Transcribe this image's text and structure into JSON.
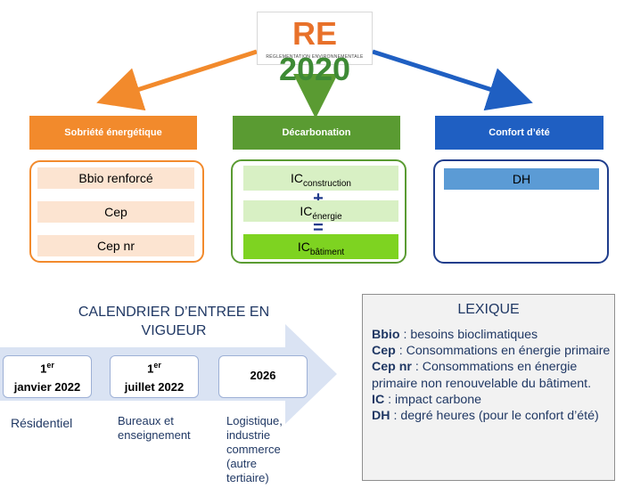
{
  "logo": {
    "re": "RE",
    "year": "2020",
    "subtitle": "RÉGLEMENTATION ENVIRONNEMENTALE"
  },
  "categories": [
    {
      "title": "Sobriété énergétique",
      "color": "#f28a2c",
      "items": [
        "Bbio renforcé",
        "Cep",
        "Cep nr"
      ]
    },
    {
      "title": "Décarbonation",
      "color": "#5a9b32"
    },
    {
      "title": "Confort d’été",
      "color": "#1f5fc2",
      "items": [
        "DH"
      ]
    }
  ],
  "decarbonation": {
    "ic1_base": "IC",
    "ic1_sub": "construction",
    "plus": "+",
    "ic2_base": "IC",
    "ic2_sub": "énergie",
    "equals": "=",
    "ic3_base": "IC",
    "ic3_sub": "bâtiment"
  },
  "calendar": {
    "title_line1": "CALENDRIER D’ENTREE EN",
    "title_line2": "VIGUEUR",
    "dates": [
      {
        "sup_num": "1",
        "sup_suffix": "er",
        "date": "janvier 2022",
        "label": "Résidentiel"
      },
      {
        "sup_num": "1",
        "sup_suffix": "er",
        "date": "juillet 2022",
        "label": "Bureaux et enseignement"
      },
      {
        "date": "2026",
        "label": "Logistique, industrie commerce (autre tertiaire)"
      }
    ]
  },
  "lexique": {
    "title": "LEXIQUE",
    "entries": [
      {
        "term": "Bbio",
        "def": " : besoins bioclimatiques"
      },
      {
        "term": "Cep",
        "def": " : Consommations en énergie primaire"
      },
      {
        "term": "Cep nr",
        "def": " : Consommations en énergie primaire non renouvelable du bâtiment."
      },
      {
        "term": "IC",
        "def": " : impact carbone"
      },
      {
        "term": "DH",
        "def": " : degré heures (pour le confort d’été)"
      }
    ]
  }
}
